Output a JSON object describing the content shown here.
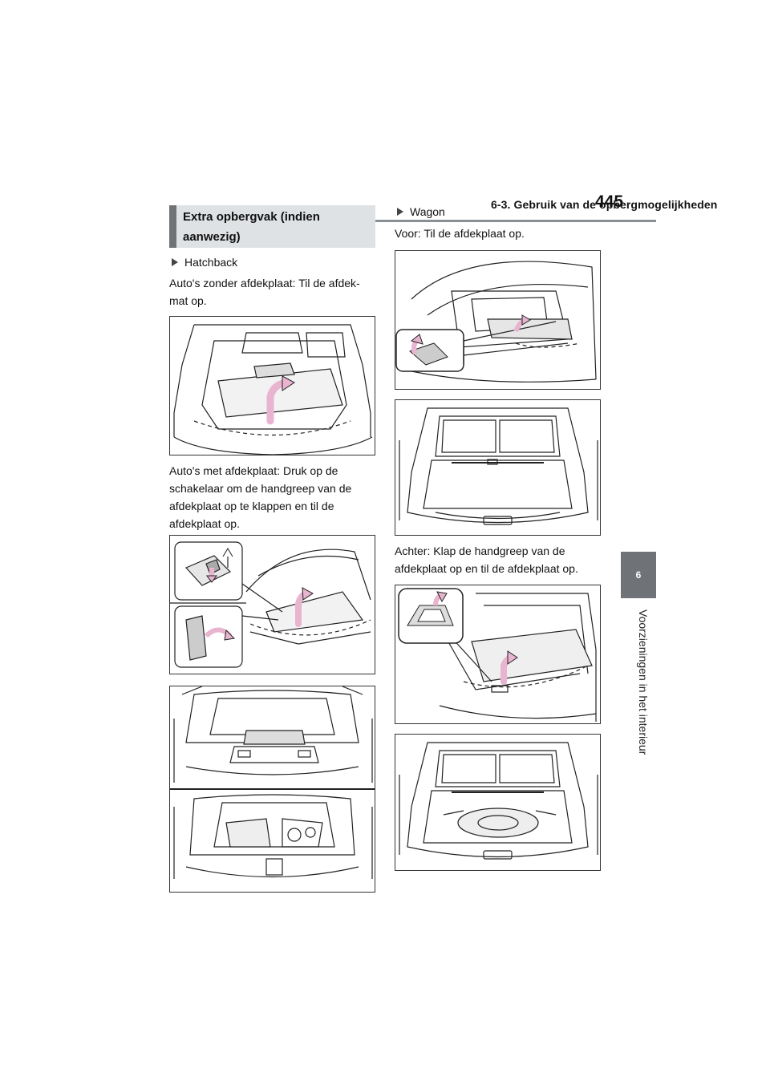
{
  "header": {
    "section_title": "6-3. Gebruik van de opbergmogelijkheden",
    "page_number": "445"
  },
  "side_tab": {
    "chapter_number": "6",
    "chapter_title": "Voorzieningen in het interieur"
  },
  "section": {
    "heading": "Extra opbergvak (indien aanwezig)",
    "heading_line1": "Extra opbergvak (indien",
    "heading_line2": "aanwezig)"
  },
  "left_column": {
    "bullet": "Hatchback",
    "para1_line1": "Auto's zonder afdekplaat: Til de afdek-",
    "para1_line2": "mat op.",
    "para2_line1": "Auto's met afdekplaat: Druk op de",
    "para2_line2": "schakelaar om de handgreep van de",
    "para2_line3": "afdekplaat op te klappen en til de",
    "para2_line4": "afdekplaat op."
  },
  "right_column": {
    "bullet": "Wagon",
    "para1": "Voor: Til de afdekplaat op.",
    "para2_line1": "Achter: Klap de handgreep van de",
    "para2_line2": "afdekplaat op en til de afdekplaat op."
  },
  "colors": {
    "accent_gray": "#6f7277",
    "heading_bg": "#dfe2e5",
    "arrow_pink": "#e8b4d0"
  }
}
